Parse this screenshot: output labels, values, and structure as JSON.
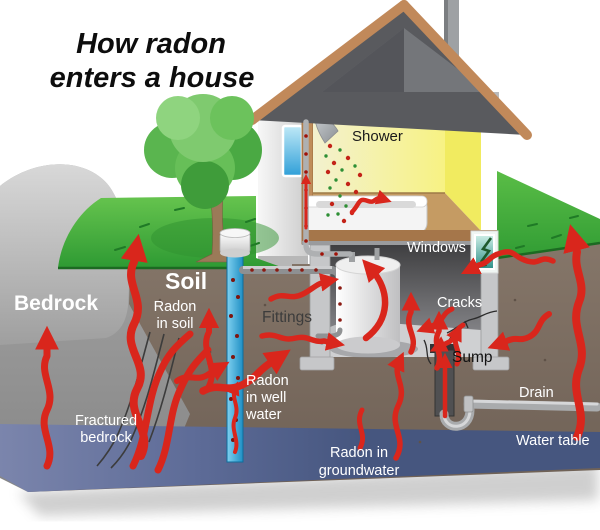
{
  "title": {
    "lines": [
      "How radon",
      "enters a house"
    ]
  },
  "labels": {
    "shower": "Shower",
    "windows": "Windows",
    "cracks": "Cracks",
    "fittings": "Fittings",
    "sump": "Sump",
    "drain": "Drain",
    "water_table": "Water table",
    "bedrock": "Bedrock",
    "soil": "Soil",
    "radon_in_soil": {
      "lines": [
        "Radon",
        "in soil"
      ]
    },
    "radon_in_well_water": {
      "lines": [
        "Radon",
        "in well",
        "water"
      ]
    },
    "radon_in_groundwater": {
      "lines": [
        "Radon in",
        "groundwater"
      ]
    },
    "fractured_bedrock": {
      "lines": [
        "Fractured",
        "bedrock"
      ]
    }
  },
  "colors": {
    "radon_arrow_red": "#d9261c",
    "radon_dot_dark_red": "#8b1a12",
    "grass_green": "#3aa838",
    "grass_edge_dark": "#1c6a22",
    "soil_brown": "#7d6e63",
    "bedrock_gray": "#9a9a9a",
    "water_table_blue": "#46567f",
    "water_table_blue_left": "#7b85ac",
    "well_pipe_blue": "#2aa9e0",
    "roof_gray": "#57585c",
    "house_trim_tan": "#c08a5a",
    "bathroom_yellow": "#f2ee6a",
    "concrete_gray": "#c6c7c9",
    "basement_dark_gray": "#48484a",
    "tree_green": "#5ab54f",
    "window_arrow_green": "#1e5a2e",
    "label_white": "#ffffff",
    "label_dark": "#1a1a1a"
  }
}
